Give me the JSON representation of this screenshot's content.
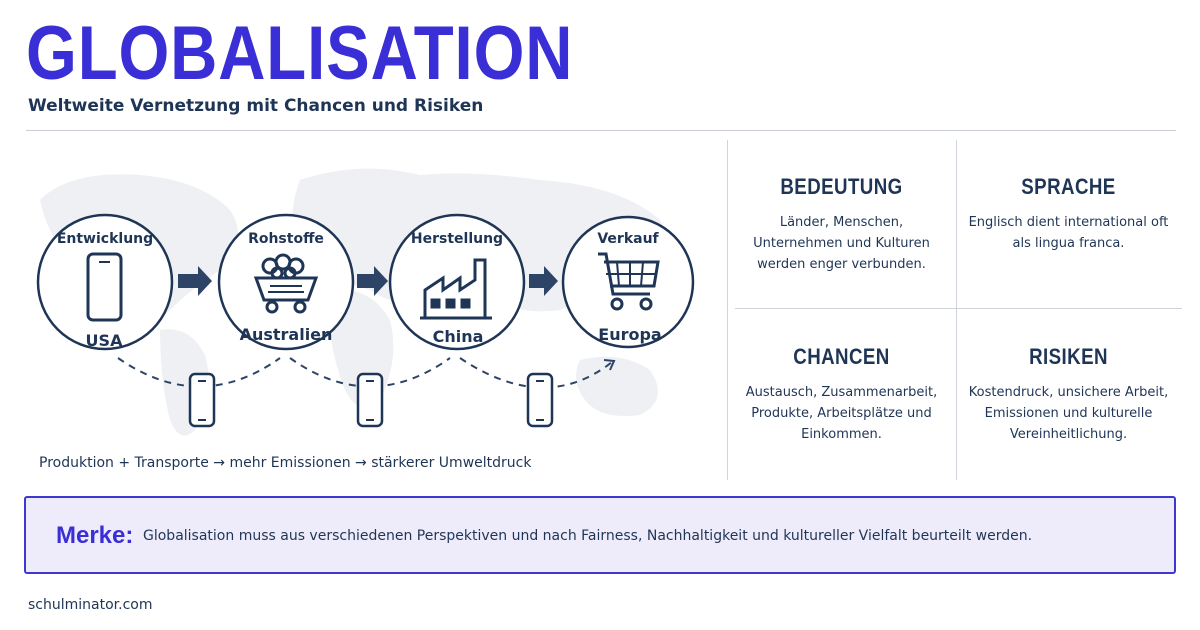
{
  "header": {
    "title": "GLOBALISATION",
    "subtitle": "Weltweite Vernetzung mit Chancen und Risiken"
  },
  "flow": {
    "stages": [
      {
        "step": "Entwicklung",
        "place": "USA",
        "icon": "smartphone-icon"
      },
      {
        "step": "Rohstoffe",
        "place": "Australien",
        "icon": "mine-cart-icon"
      },
      {
        "step": "Herstellung",
        "place": "China",
        "icon": "factory-icon"
      },
      {
        "step": "Verkauf",
        "place": "Europa",
        "icon": "shopping-cart-icon"
      }
    ],
    "footer": "Produktion + Transporte → mehr Emissionen → stärkerer Umweltdruck"
  },
  "aspects": [
    {
      "title": "BEDEUTUNG",
      "text": "Länder, Menschen, Unternehmen und Kulturen werden enger verbunden."
    },
    {
      "title": "SPRACHE",
      "text": "Englisch dient international oft als lingua franca."
    },
    {
      "title": "CHANCEN",
      "text": "Austausch, Zusammenarbeit, Produkte, Arbeitsplätze und Einkommen."
    },
    {
      "title": "RISIKEN",
      "text": "Kostendruck, unsichere Arbeit, Emissionen und kulturelle Vereinheitlichung."
    }
  ],
  "merke": {
    "label": "Merke:",
    "text": "Globalisation muss aus verschiedenen Perspektiven und nach Fairness, Nachhaltigkeit und kultureller Vielfalt beurteilt werden."
  },
  "source": "schulminator.com",
  "colors": {
    "accent": "#3a2fd6",
    "navy": "#1f3556",
    "merke_bg": "#eeecfb"
  }
}
